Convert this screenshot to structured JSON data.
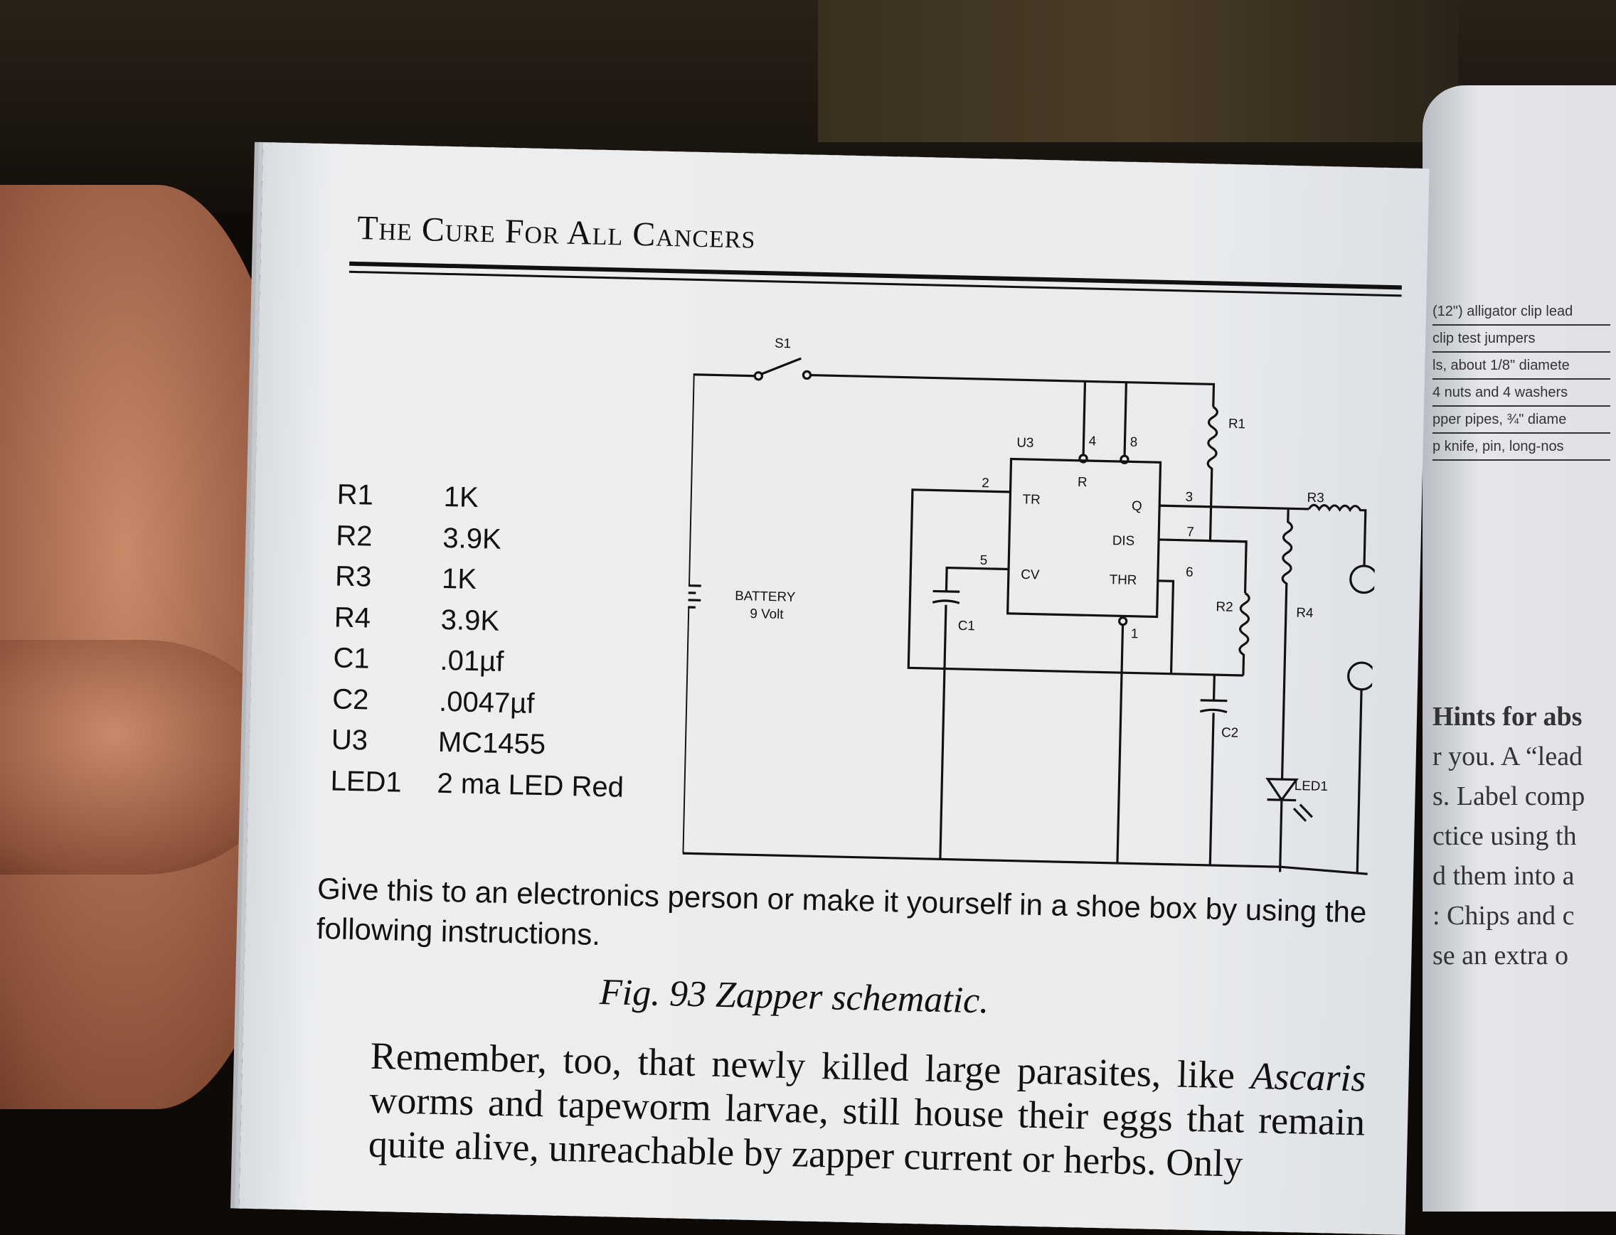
{
  "header": {
    "title": "The Cure For All Cancers"
  },
  "parts_list": [
    {
      "ref": "R1",
      "value": "1K"
    },
    {
      "ref": "R2",
      "value": "3.9K"
    },
    {
      "ref": "R3",
      "value": "1K"
    },
    {
      "ref": "R4",
      "value": "3.9K"
    },
    {
      "ref": "C1",
      "value": ".01µf"
    },
    {
      "ref": "C2",
      "value": ".0047µf"
    },
    {
      "ref": "U3",
      "value": "MC1455"
    },
    {
      "ref": "LED1",
      "value": "2 ma LED Red"
    }
  ],
  "schematic": {
    "s1": "S1",
    "r1": "R1",
    "r2": "R2",
    "r3": "R3",
    "r4": "R4",
    "c1": "C1",
    "c2": "C2",
    "u3": "U3",
    "led1": "LED1",
    "battery": "BATTERY",
    "battery_volt": "9 Volt",
    "pins": {
      "r": "R",
      "tr": "TR",
      "q": "Q",
      "dis": "DIS",
      "cv": "CV",
      "thr": "THR"
    },
    "pin_numbers": {
      "p1": "1",
      "p2": "2",
      "p3": "3",
      "p4": "4",
      "p5": "5",
      "p6": "6",
      "p7": "7",
      "p8": "8"
    }
  },
  "caption": "Give this to an electronics person or make it yourself in a shoe box by using the following instructions.",
  "figure_caption": "Fig. 93 Zapper schematic.",
  "body": {
    "p1": "Remember, too, that newly killed large parasites, like",
    "p1_italic": "Ascaris",
    "p1_rest": "worms and tapeworm larvae, still house their eggs that remain quite alive, unreachable by zapper current or herbs. Only"
  },
  "right_page": {
    "table_rows": [
      "(12\") alligator clip lead",
      "clip test jumpers",
      "ls, about 1/8\" diamete",
      "4 nuts and 4 washers",
      "pper pipes, ¾\" diame",
      "p knife, pin, long-nos"
    ],
    "heading": "Hints for abs",
    "lines": [
      "r you. A “lead",
      "s. Label comp",
      "ctice using th",
      "d them into a",
      ": Chips and c",
      "se an extra o"
    ]
  }
}
